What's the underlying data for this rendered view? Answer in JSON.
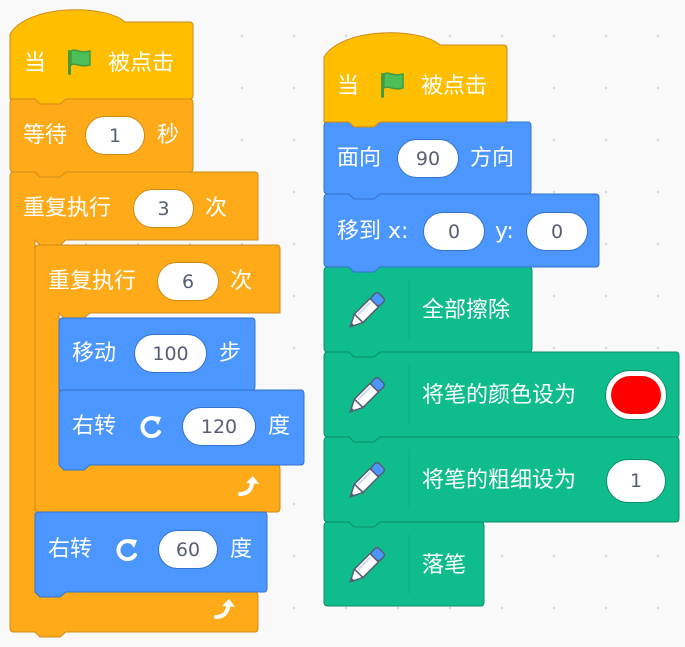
{
  "script1": {
    "hat": {
      "prefix": "当",
      "suffix": "被点击",
      "flag_icon": "green-flag-icon"
    },
    "wait": {
      "label": "等待",
      "value": "1",
      "unit": "秒"
    },
    "outer_repeat": {
      "label": "重复执行",
      "value": "3",
      "unit": "次"
    },
    "inner_repeat": {
      "label": "重复执行",
      "value": "6",
      "unit": "次"
    },
    "move": {
      "label": "移动",
      "value": "100",
      "unit": "步"
    },
    "turn_inner": {
      "label": "右转",
      "value": "120",
      "unit": "度",
      "icon": "rotate-right-icon"
    },
    "turn_outer": {
      "label": "右转",
      "value": "60",
      "unit": "度",
      "icon": "rotate-right-icon"
    },
    "loop_icon": "loop-arrow-icon"
  },
  "script2": {
    "hat": {
      "prefix": "当",
      "suffix": "被点击",
      "flag_icon": "green-flag-icon"
    },
    "point": {
      "label": "面向",
      "value": "90",
      "unit": "方向"
    },
    "goto": {
      "label": "移到 x:",
      "x": "0",
      "y_label": "y:",
      "y": "0"
    },
    "clear": {
      "label": "全部擦除",
      "icon": "pen-icon"
    },
    "set_color": {
      "label": "将笔的颜色设为",
      "color": "#ff0000",
      "icon": "pen-icon"
    },
    "set_size": {
      "label": "将笔的粗细设为",
      "value": "1",
      "icon": "pen-icon"
    },
    "pen_down": {
      "label": "落笔",
      "icon": "pen-icon"
    }
  },
  "colors": {
    "events": "#ffbf00",
    "control": "#ffab19",
    "motion": "#4c97ff",
    "pen": "#0fbd8c"
  }
}
